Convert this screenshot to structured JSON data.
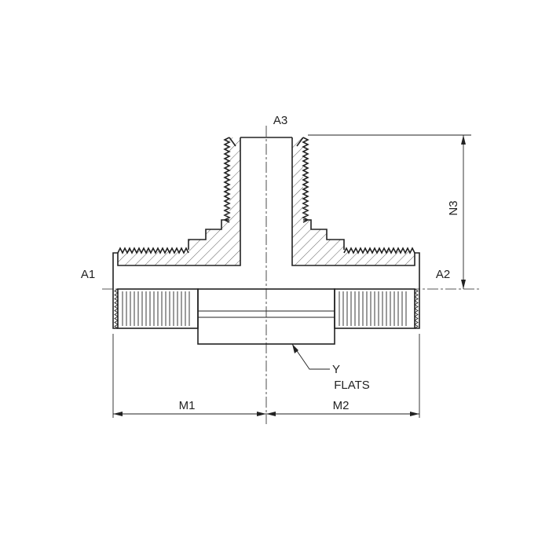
{
  "labels": {
    "a1": "A1",
    "a2": "A2",
    "a3": "A3",
    "n3": "N3",
    "m1": "M1",
    "m2": "M2",
    "y": "Y",
    "flats": "FLATS"
  }
}
